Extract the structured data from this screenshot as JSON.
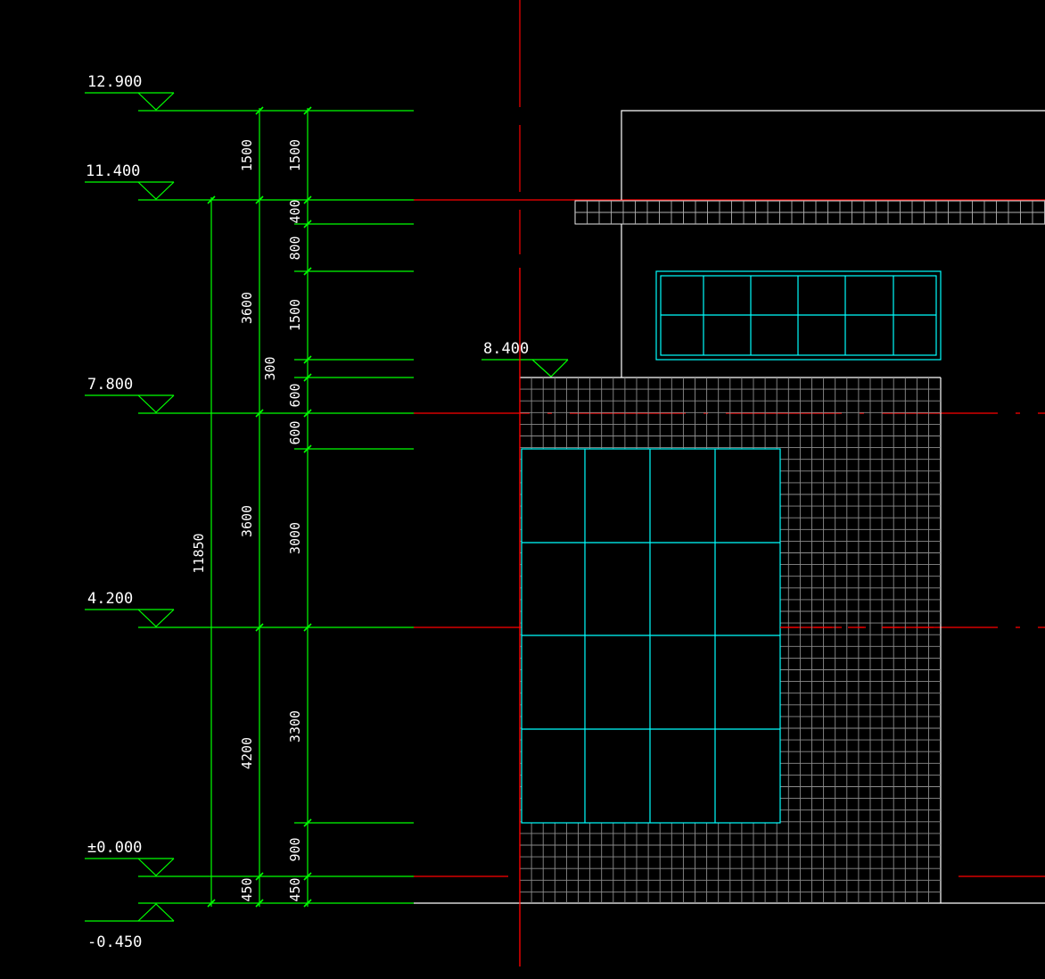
{
  "colors": {
    "dimension": "#00ff00",
    "axis": "#ff0000",
    "outline": "#ffffff",
    "window": "#00ffff",
    "tile": "#8c8c8c",
    "background": "#000000"
  },
  "levels": {
    "l12900": "12.900",
    "l11400": "11.400",
    "l7800": "7.800",
    "l4200": "4.200",
    "l0000": "±0.000",
    "lneg450": "-0.450",
    "l8400": "8.400"
  },
  "dims": {
    "total": "11850",
    "mid": [
      "1500",
      "3600",
      "3600",
      "4200",
      "450"
    ],
    "inner": [
      "1500",
      "400",
      "800",
      "1500",
      "300",
      "600",
      "600",
      "3000",
      "3300",
      "900",
      "450"
    ]
  }
}
